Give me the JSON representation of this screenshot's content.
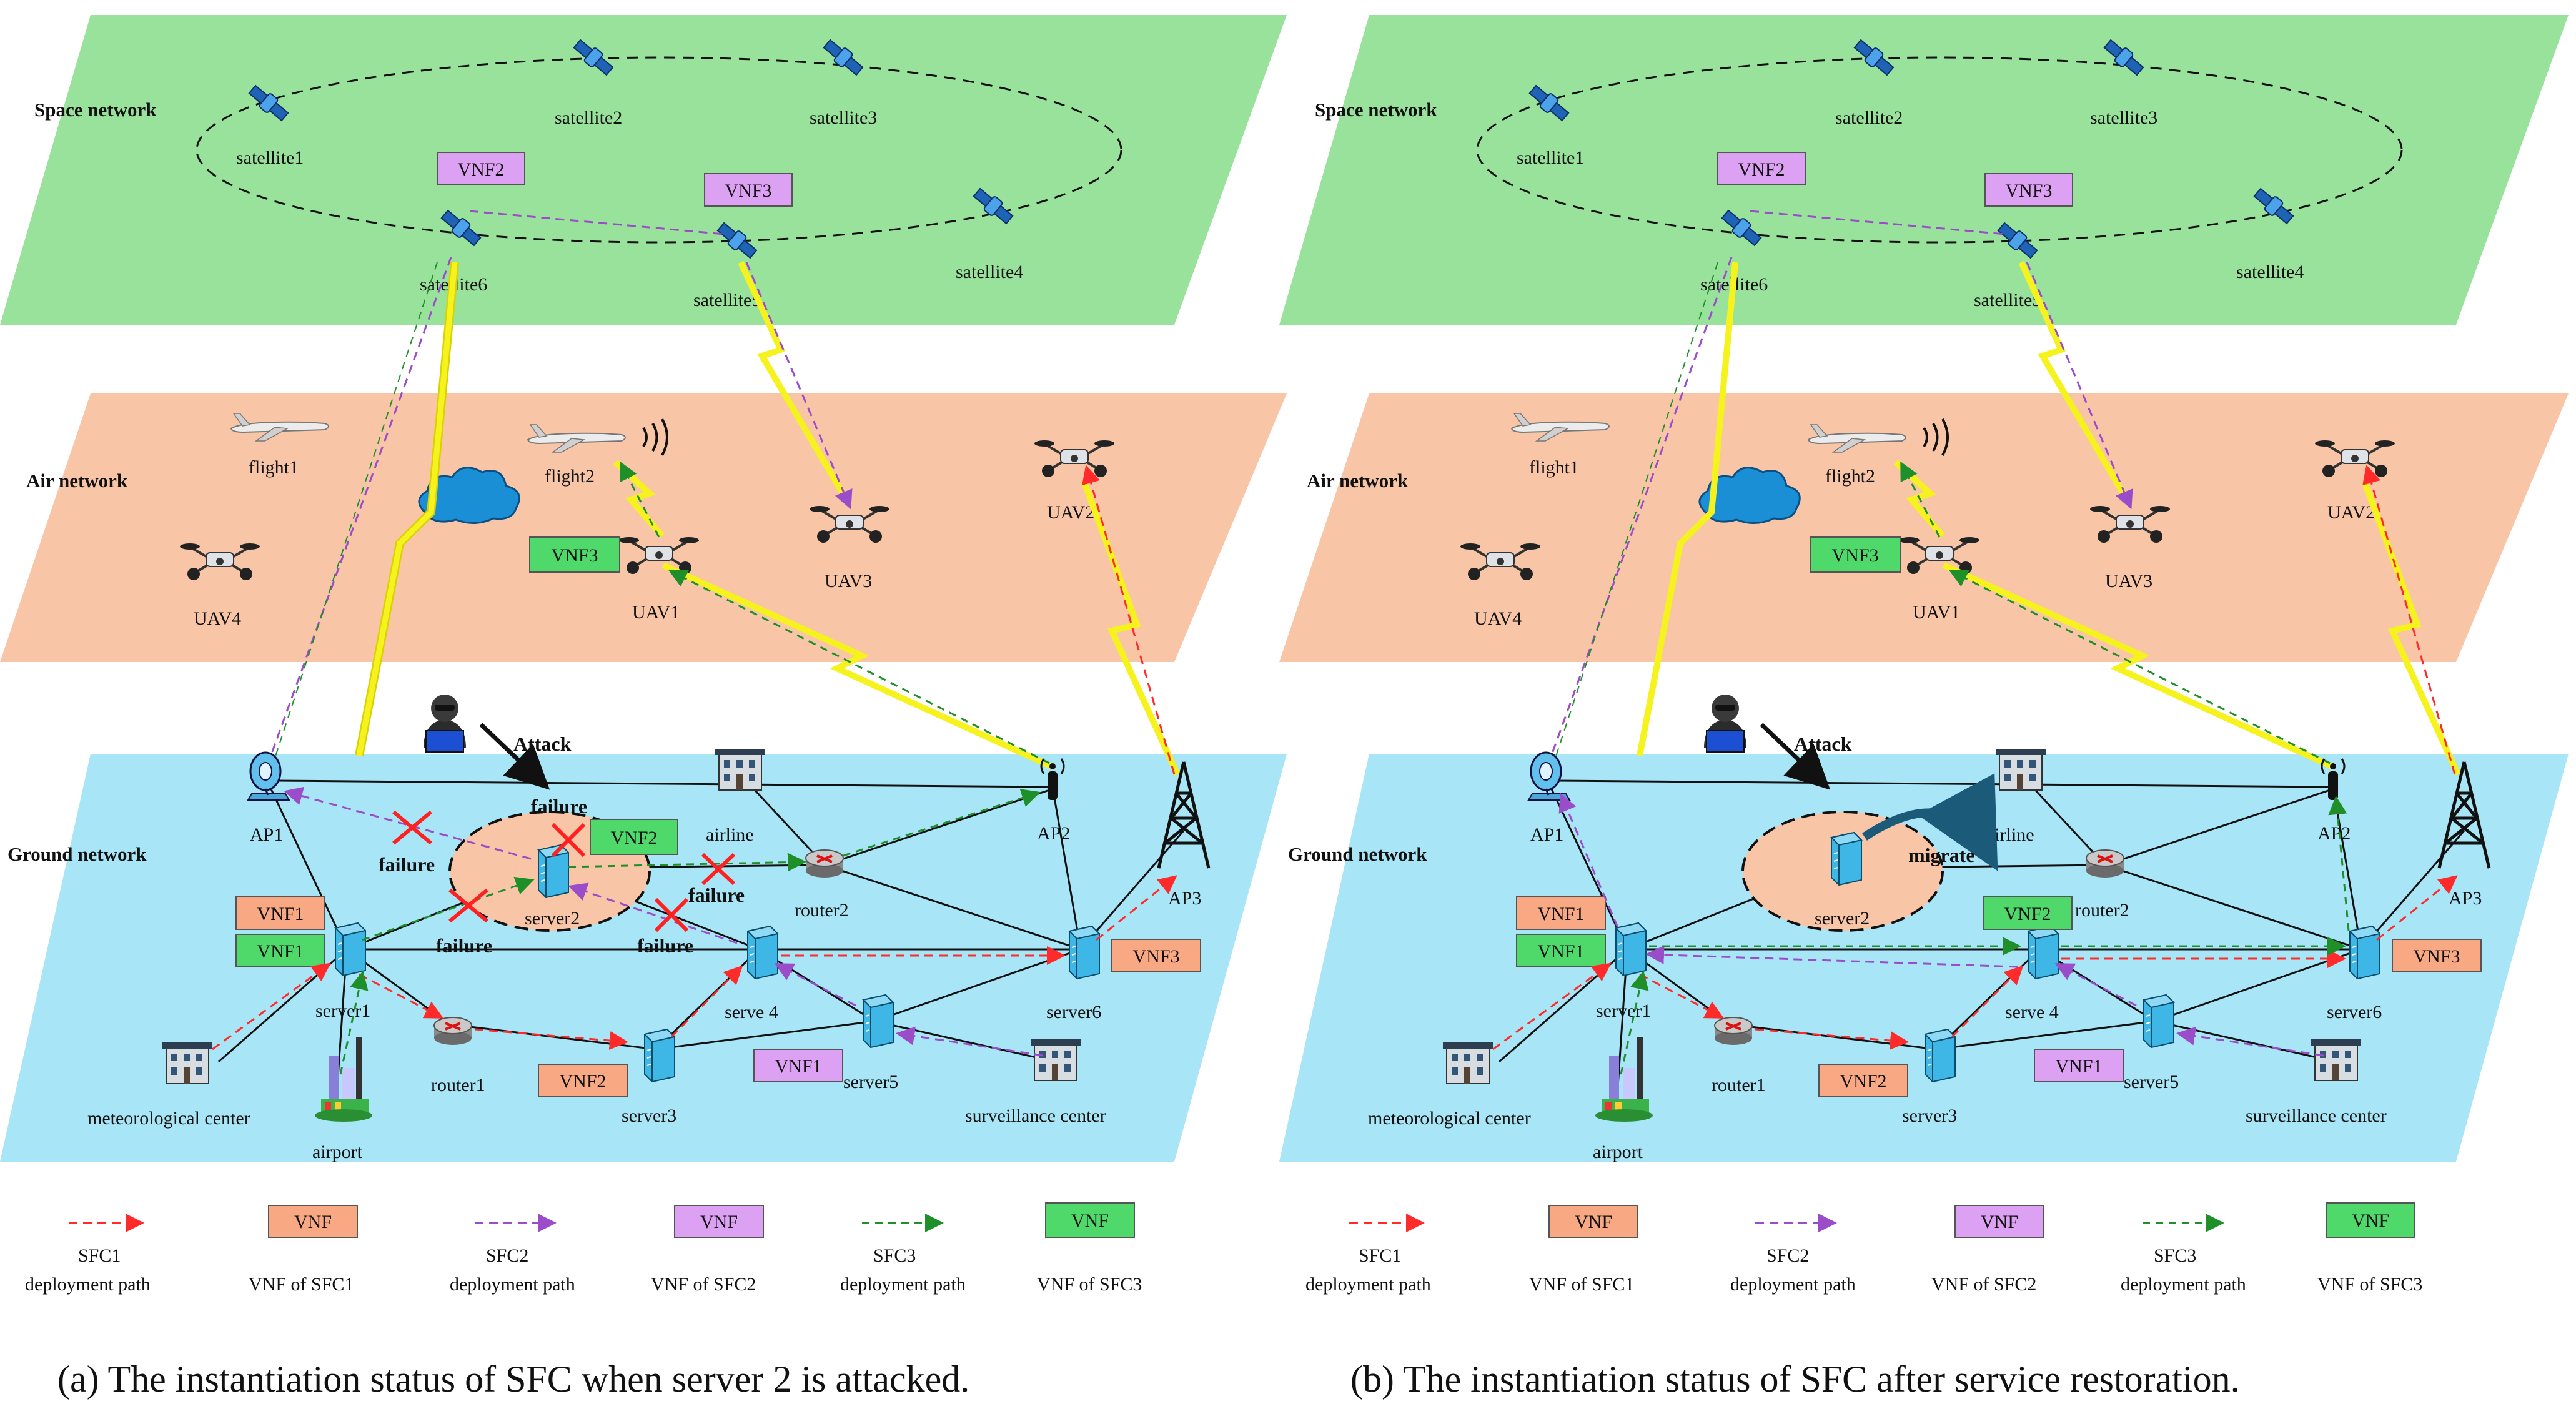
{
  "colors": {
    "space": "#99e29b",
    "air": "#f8c5a6",
    "ground": "#a8e5f6",
    "sfc1": "#ff2a2a",
    "sfc2": "#9b4dc9",
    "sfc3": "#1f8f2a",
    "vnf1_fill": "#f8a983",
    "vnf2_fill": "#dca1f2",
    "vnf3_fill": "#4fd96b",
    "wireless": "#f5f21e"
  },
  "layers": {
    "space": "Space network",
    "air": "Air network",
    "ground": "Ground network"
  },
  "nodes": {
    "satellite1": "satellite1",
    "satellite2": "satellite2",
    "satellite3": "satellite3",
    "satellite4": "satellite4",
    "satellite5": "satellite5",
    "satellite6": "satellite6",
    "flight1": "flight1",
    "flight2": "flight2",
    "uav1": "UAV1",
    "uav2": "UAV2",
    "uav3": "UAV3",
    "uav4": "UAV4",
    "ap1": "AP1",
    "ap2": "AP2",
    "ap3": "AP3",
    "airline": "airline",
    "router1": "router1",
    "router2": "router2",
    "server1": "server1",
    "server2": "server2",
    "server3": "server3",
    "server4": "serve 4",
    "server5": "server5",
    "server6": "server6",
    "meteorological": "meteorological center",
    "airport": "airport",
    "surveillance": "surveillance center"
  },
  "vnf_labels": {
    "vnf1": "VNF1",
    "vnf2": "VNF2",
    "vnf3": "VNF3"
  },
  "events": {
    "attack": "Attack",
    "failure": "failure",
    "migrate": "migrate"
  },
  "legend": {
    "vnf_box": "VNF",
    "sfc1_path_1": "SFC1",
    "sfc1_path_2": "deployment path",
    "sfc1_vnf": "VNF of SFC1",
    "sfc2_path_1": "SFC2",
    "sfc2_path_2": "deployment path",
    "sfc2_vnf": "VNF of SFC2",
    "sfc3_path_1": "SFC3",
    "sfc3_path_2": "deployment path",
    "sfc3_vnf": "VNF of SFC3"
  },
  "captions": {
    "a": "(a) The instantiation status of SFC when server 2 is attacked.",
    "b": "(b) The instantiation status of SFC after service restoration."
  }
}
